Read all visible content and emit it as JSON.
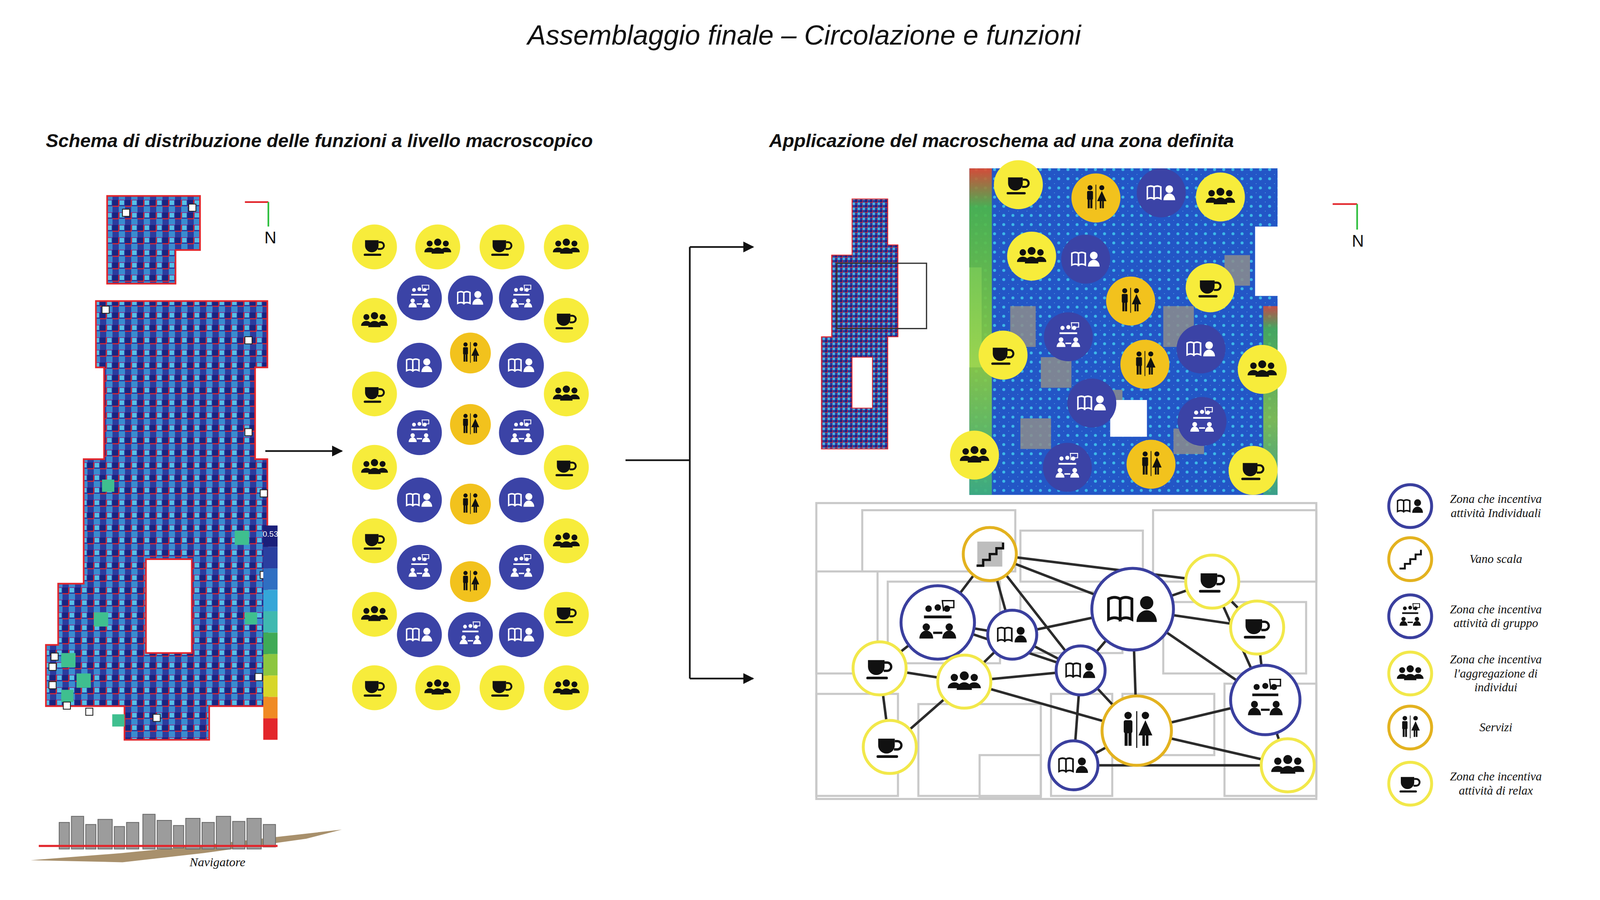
{
  "diagram": {
    "title": "Assemblaggio finale – Circolazione e funzioni",
    "labels": [
      "Schema di distribuzione delle funzioni a livello macroscopico",
      "Applicazione del macroschema ad una zona definita",
      "N",
      "N",
      "0.53",
      "Navigatore"
    ],
    "legend": [
      {
        "text": "Zona che incentiva attività Individuali"
      },
      {
        "text": "Vano scala"
      },
      {
        "text": "Zona che incentiva attività di gruppo"
      },
      {
        "text": "Zona che incentiva l'aggregazione di individui"
      },
      {
        "text": "Servizi"
      },
      {
        "text": "Zona che incentiva attività di relax"
      }
    ]
  }
}
